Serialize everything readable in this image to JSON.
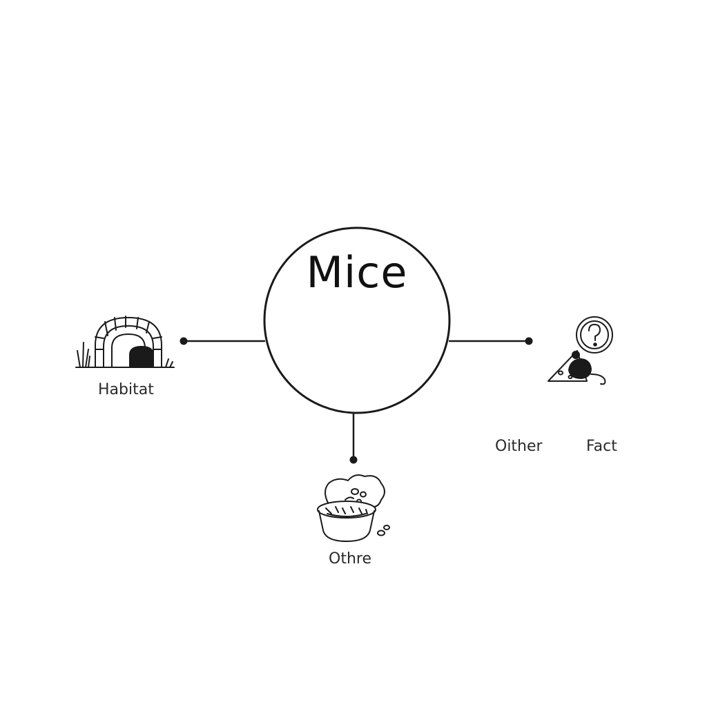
{
  "center_node": {
    "label": "Mice"
  },
  "branches": [
    {
      "id": "habitat",
      "label": "Habitat",
      "icon": "burrow-icon"
    },
    {
      "id": "food",
      "label": "Othre",
      "icon": "food-bowl-icon"
    },
    {
      "id": "fact",
      "label_left": "Oither",
      "label_right": "Fact",
      "icon": "question-mouse-icon"
    }
  ],
  "colors": {
    "line": "#1a1a1a",
    "background": "#ffffff"
  }
}
